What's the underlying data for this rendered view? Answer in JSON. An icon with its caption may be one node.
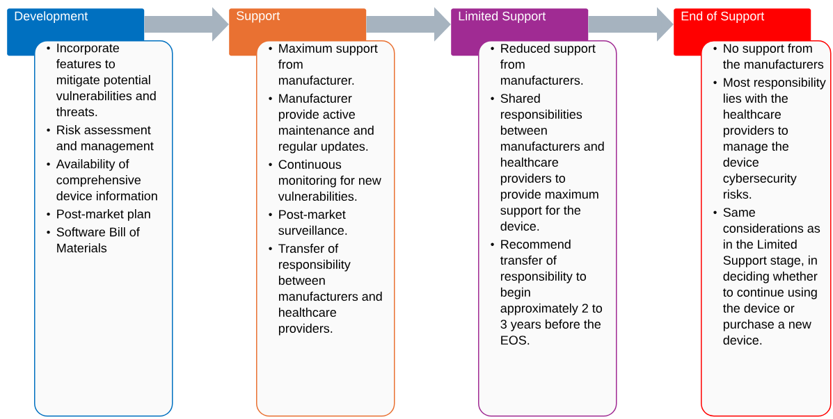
{
  "diagram": {
    "nodes": [
      {
        "text": [
          "Development"
        ]
      },
      {
        "text": [
          "Incorporate features to mitigate potential vulnerabilities and threats.",
          "Risk assessment and management",
          "Availability of comprehensive device information",
          "Post-market plan",
          "Software Bill of Materials"
        ]
      },
      {
        "text": [
          "Support"
        ]
      },
      {
        "text": [
          "Maximum support from manufacturer.",
          "Manufacturer provide active maintenance and regular updates.",
          "Continuous monitoring for new vulnerabilities.",
          "Post-market surveillance.",
          "Transfer of responsibility between manufacturers and healthcare providers."
        ]
      },
      {
        "text": [
          "Limited Support"
        ]
      },
      {
        "text": [
          "Reduced support from manufacturers.",
          "Shared responsibilities between manufacturers and healthcare providers to provide maximum support for the device.",
          "Recommend transfer of responsibility to begin approximately 2 to 3 years before the EOS."
        ]
      },
      {
        "text": [
          "End of Support"
        ]
      },
      {
        "text": [
          "No support from the manufacturers",
          "Most responsibility lies with the healthcare providers to manage the device cybersecurity risks.",
          "Same considerations as in the Limited Support stage, in deciding whether to continue using the device or purchase a new device."
        ]
      }
    ],
    "edges": [
      {
        "from": 0,
        "to": 2,
        "arrow": "to"
      },
      {
        "from": 2,
        "to": 4,
        "arrow": "to"
      },
      {
        "from": 4,
        "to": 6,
        "arrow": "to"
      }
    ]
  }
}
